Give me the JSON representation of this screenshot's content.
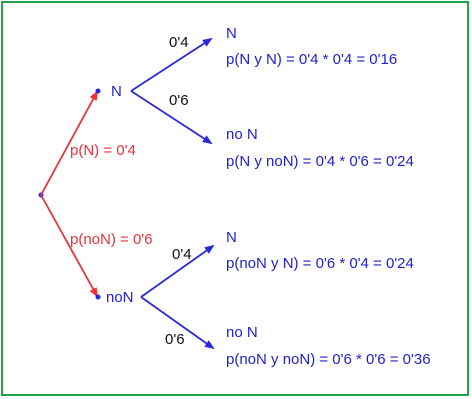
{
  "colors": {
    "frame": "#1fa64a",
    "first_level": "#e8343a",
    "second_level": "#2a2ad8",
    "outcome_text": "#1f1fcf",
    "probability_text": "#111111"
  },
  "tree": {
    "first_level": [
      {
        "node": "N",
        "branch_label": "p(N) = 0'4"
      },
      {
        "node": "noN",
        "branch_label": "p(noN) = 0'6"
      }
    ],
    "second_level": [
      {
        "parent": "N",
        "prob": "0'4",
        "outcome": "N",
        "formula": "p(N y N) = 0'4 * 0'4 = 0'16"
      },
      {
        "parent": "N",
        "prob": "0'6",
        "outcome": "no N",
        "formula": "p(N y noN) = 0'4 * 0'6 = 0'24"
      },
      {
        "parent": "noN",
        "prob": "0'4",
        "outcome": "N",
        "formula": "p(noN y N) = 0'6 * 0'4 = 0'24"
      },
      {
        "parent": "noN",
        "prob": "0'6",
        "outcome": "no N",
        "formula": "p(noN y noN) = 0'6 * 0'6 = 0'36"
      }
    ]
  }
}
